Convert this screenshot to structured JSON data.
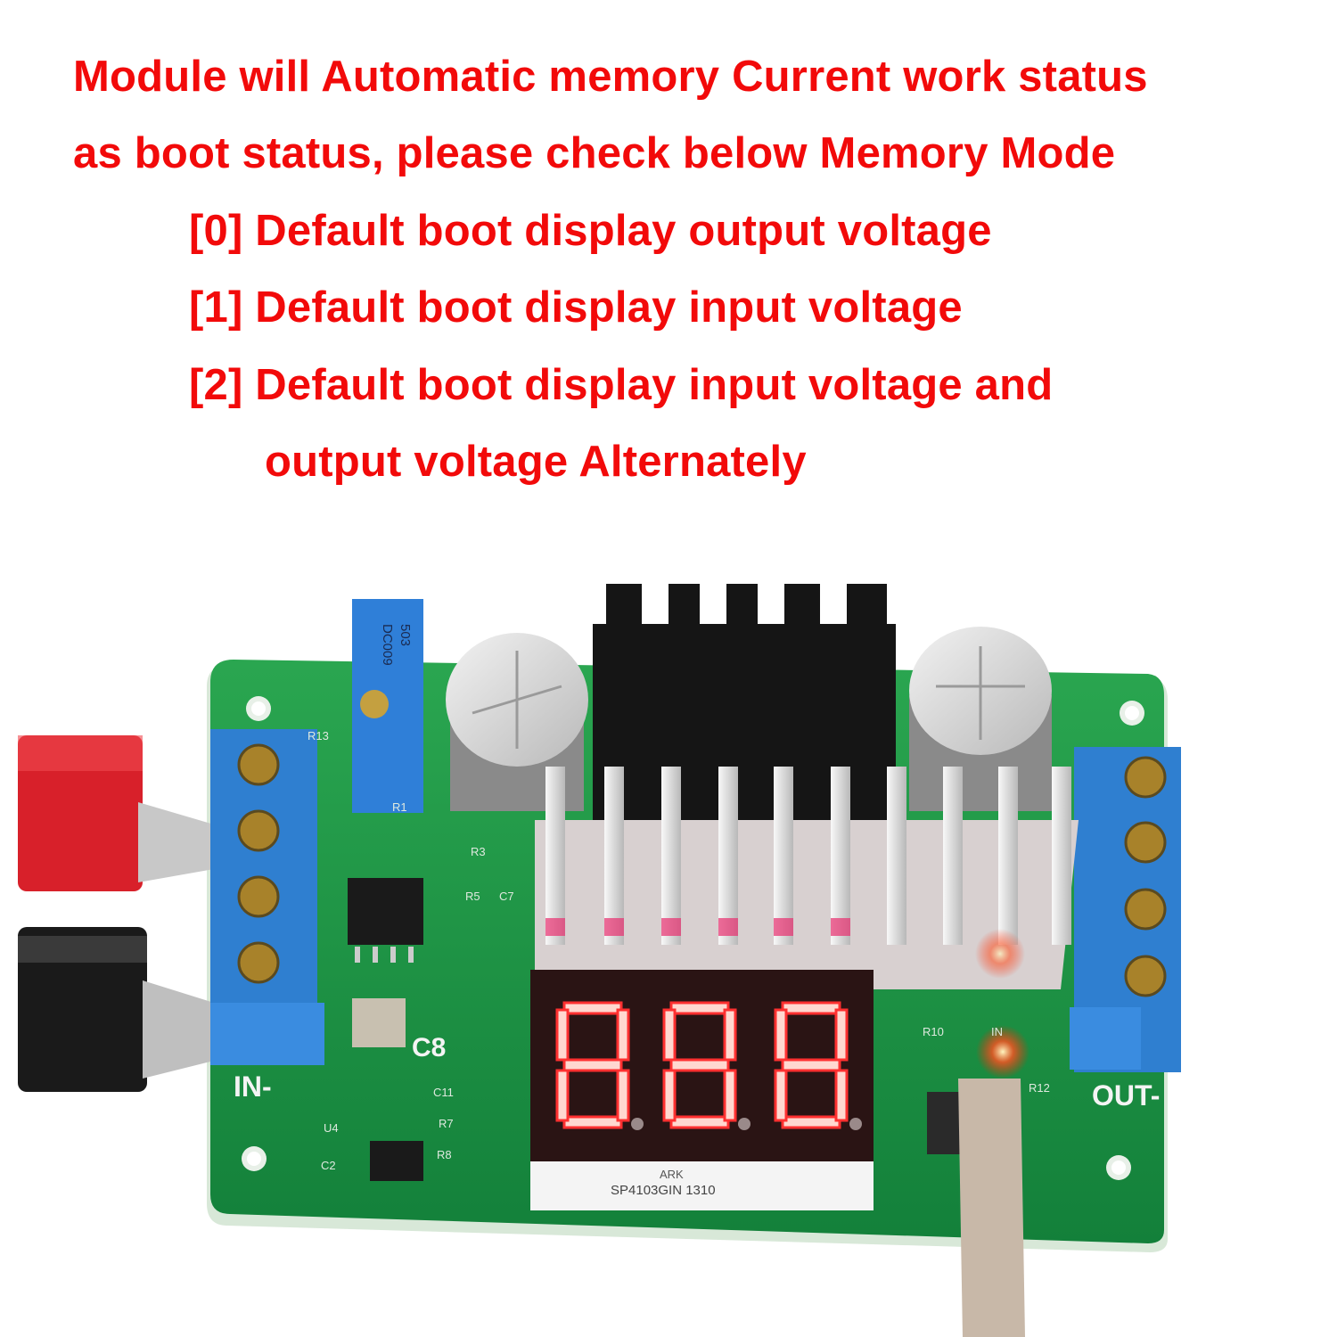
{
  "header": {
    "lines": [
      "Module will Automatic memory Current work status",
      "as boot status, please check below Memory Mode"
    ]
  },
  "modes": [
    {
      "label": "[0] Default boot display output voltage"
    },
    {
      "label": "[1] Default boot display input voltage"
    },
    {
      "label": "[2] Default boot display input voltage and",
      "continuation": "output voltage Alternately"
    }
  ],
  "board": {
    "input_label": "IN-",
    "output_label": "OUT-",
    "cap_label": "C8",
    "pot_marking_1": "503",
    "pot_marking_2": "DC009",
    "display_brand": "ARK",
    "display_part": "SP4103GIN 1310",
    "silk": [
      "R13",
      "R1",
      "R3",
      "R5",
      "C7",
      "C11",
      "R7",
      "R8",
      "U4",
      "C2",
      "R10",
      "IN",
      "R12"
    ],
    "colors": {
      "text": "#f20a0a",
      "pcb": "#1f9a45",
      "terminal": "#2f7fd0",
      "segment": "#ff3030"
    }
  }
}
